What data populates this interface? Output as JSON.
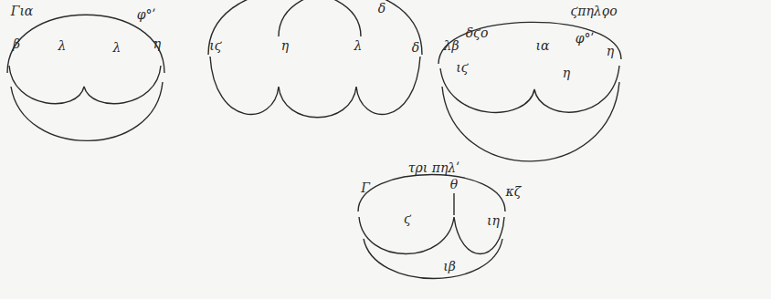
{
  "diagram": {
    "labels": [
      "Για",
      "φ°ʹ",
      "β",
      "λ",
      "λ",
      "η",
      "δ",
      "ιϛ",
      "η",
      "λ",
      "δ",
      "δϛο",
      "ϛπηλϙο",
      "λβ",
      "φ°ʹ",
      "ιϛ",
      "ια",
      "η",
      "η",
      "τρι πηλʹ",
      "Γ",
      "θ",
      "κζ",
      "ϛ",
      "ιη",
      "ιβ"
    ]
  }
}
